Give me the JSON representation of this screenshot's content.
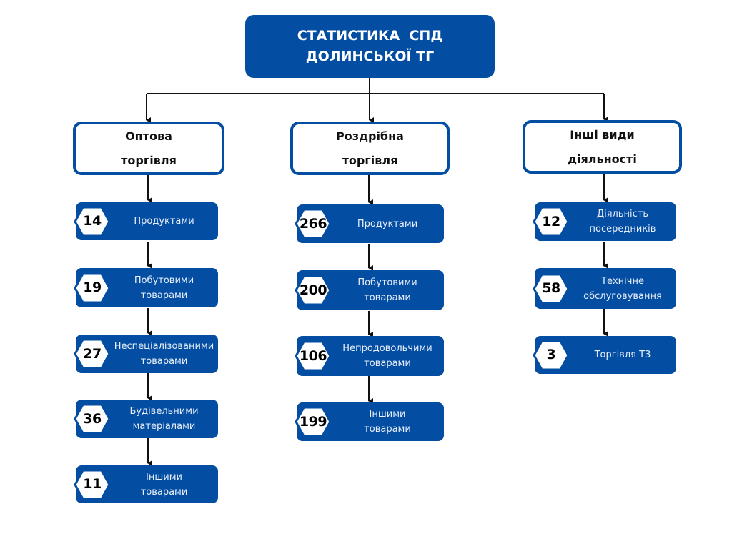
{
  "title": {
    "line1": "СТАТИСТИКА  СПД",
    "line2": "ДОЛИНСЬКОЇ ТГ"
  },
  "colors": {
    "primary": "#034ea2",
    "connector": "#111111"
  },
  "categories": [
    {
      "line1": "Оптова",
      "line2": "торгівля",
      "items": [
        {
          "count": "14",
          "line1": "Продуктами",
          "line2": ""
        },
        {
          "count": "19",
          "line1": "Побутовими",
          "line2": "товарами"
        },
        {
          "count": "27",
          "line1": "Неспеціалізованими",
          "line2": "товарами"
        },
        {
          "count": "36",
          "line1": "Будівельними",
          "line2": "матеріалами"
        },
        {
          "count": "11",
          "line1": "Іншими",
          "line2": "товарами"
        }
      ]
    },
    {
      "line1": "Роздрібна",
      "line2": "торгівля",
      "items": [
        {
          "count": "266",
          "line1": "Продуктами",
          "line2": ""
        },
        {
          "count": "200",
          "line1": "Побутовими",
          "line2": "товарами"
        },
        {
          "count": "106",
          "line1": "Непродовольчими",
          "line2": "товарами"
        },
        {
          "count": "199",
          "line1": "Іншими",
          "line2": "товарами"
        }
      ]
    },
    {
      "line1": "Інші види",
      "line2": "діяльності",
      "items": [
        {
          "count": "12",
          "line1": "Діяльність",
          "line2": "посередників"
        },
        {
          "count": "58",
          "line1": "Технічне",
          "line2": "обслуговування"
        },
        {
          "count": "3",
          "line1": "Торгівля ТЗ",
          "line2": ""
        }
      ]
    }
  ]
}
